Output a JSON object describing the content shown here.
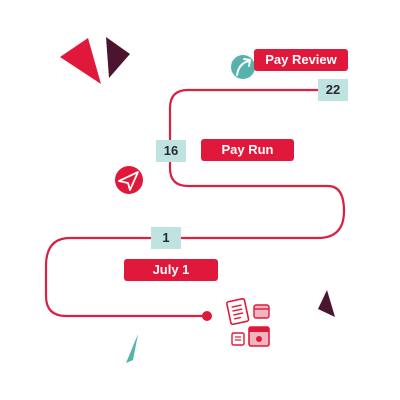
{
  "colors": {
    "accent": "#e0193c",
    "path": "#d72245",
    "date_box": "#bfe3e1",
    "teal": "#55b3ac",
    "plum": "#4b1530",
    "text_dark": "#2a2a2a"
  },
  "milestones": {
    "pay_review": {
      "label": "Pay Review",
      "day": "22",
      "icon": "trend-arrow-icon"
    },
    "pay_run": {
      "label": "Pay Run",
      "day": "16",
      "icon": "send-arrow-icon"
    },
    "start": {
      "label": "July 1",
      "day": "1"
    }
  },
  "decorations": {
    "documents_icon": "documents-calendar-icon"
  }
}
